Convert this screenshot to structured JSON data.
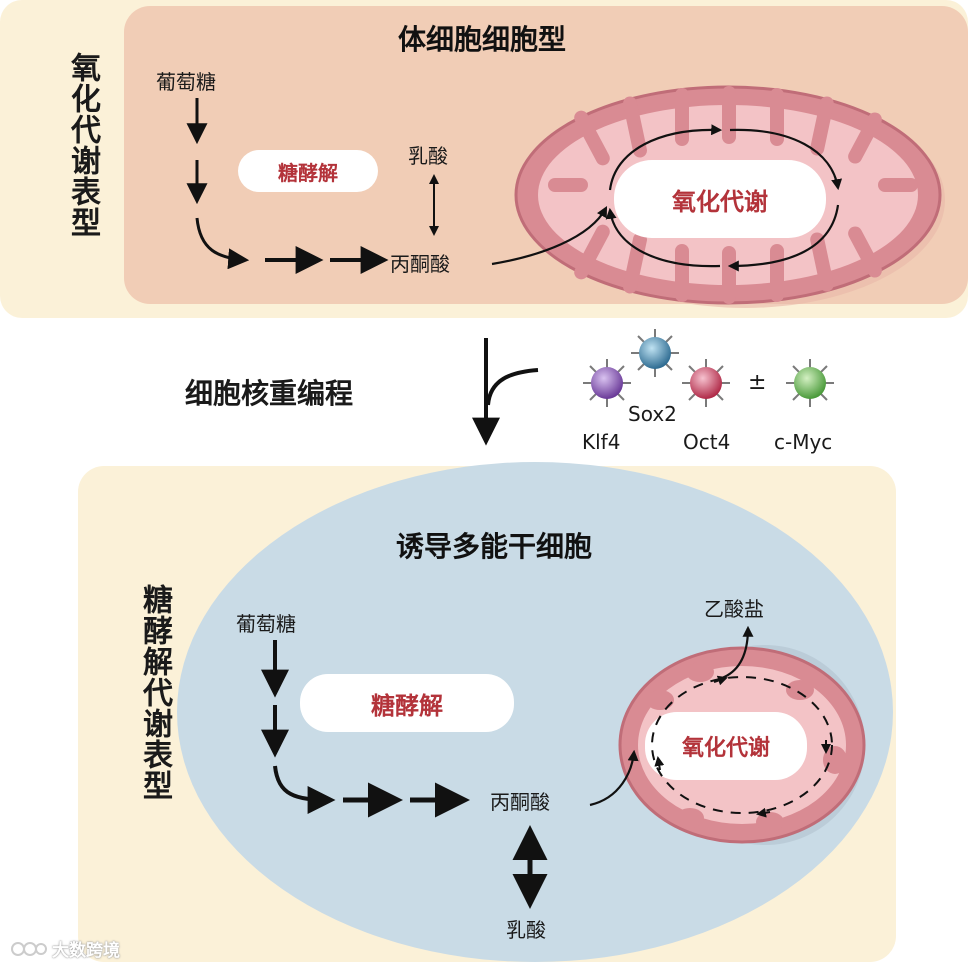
{
  "somatic": {
    "side_label": "氧化代谢表型",
    "title": "体细胞细胞型",
    "glucose": "葡萄糖",
    "glycolysis": "糖酵解",
    "lactate": "乳酸",
    "pyruvate": "丙酮酸",
    "oxidative": "氧化代谢"
  },
  "reprogramming": {
    "label": "细胞核重编程",
    "factors": {
      "sox2": "Sox2",
      "klf4": "Klf4",
      "oct4": "Oct4",
      "plusminus": "±",
      "cmyc": "c-Myc"
    }
  },
  "ipsc": {
    "side_label": "糖酵解代谢表型",
    "title": "诱导多能干细胞",
    "glucose": "葡萄糖",
    "glycolysis": "糖酵解",
    "pyruvate": "丙酮酸",
    "lactate": "乳酸",
    "acetate": "乙酸盐",
    "oxidative": "氧化代谢"
  },
  "watermark": "大数跨境",
  "colors": {
    "outer_panel": "#fbf1d8",
    "somatic_cell": "#f1cdb6",
    "ipsc_cell": "#c9dbe6",
    "mito_fill": "#d98b93",
    "mito_inner": "#f3c3c6",
    "accent_red": "#b3333a",
    "virus_purple": "#7a4aa8",
    "virus_blue": "#3c7fa6",
    "virus_red": "#c23a55",
    "virus_green": "#5aa848"
  }
}
